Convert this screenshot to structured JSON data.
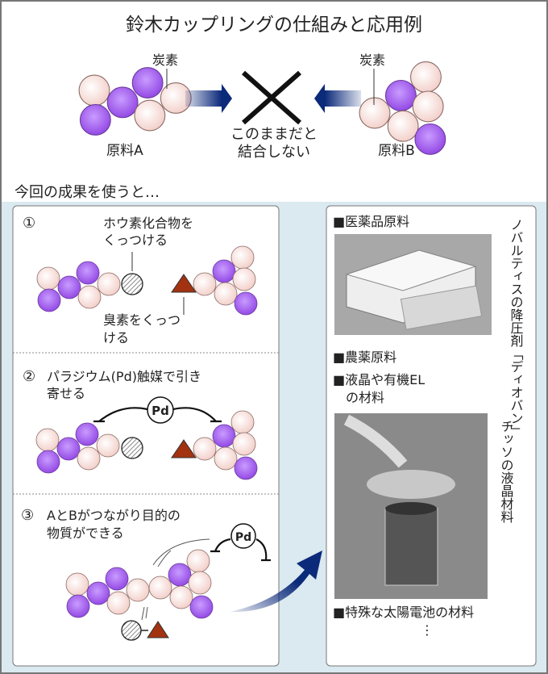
{
  "title": "鈴木カップリングの仕組みと応用例",
  "top": {
    "carbon_label_a": "炭素",
    "carbon_label_b": "炭素",
    "material_a": "原料A",
    "material_b": "原料B",
    "no_bond_line1": "このままだと",
    "no_bond_line2": "結合しない"
  },
  "subtitle": "今回の成果を使うと…",
  "steps": [
    {
      "number": "①",
      "label_line1": "ホウ素化合物を",
      "label_line2": "くっつける",
      "label2_line1": "臭素をくっつ",
      "label2_line2": "ける"
    },
    {
      "number": "②",
      "label_line1": "パラジウム(Pd)触媒で引き",
      "label_line2": "寄せる",
      "catalyst": "Pd"
    },
    {
      "number": "③",
      "label_line1": "AとBがつながり目的の",
      "label_line2": "物質ができる",
      "catalyst": "Pd"
    }
  ],
  "applications": {
    "items": [
      "■医薬品原料",
      "■農薬原料",
      "■液晶や有機EL",
      "の材料",
      "■特殊な太陽電池の材料"
    ],
    "ellipsis": "⋮",
    "photo1_caption": "ノバルティスの降圧剤「ディオバン」",
    "photo2_caption": "チッソの液晶材料"
  },
  "colors": {
    "carbon_atom": "#f8d8d2",
    "other_atom": "#9a4de8",
    "bromine": "#a33210",
    "arrow_blue": "#0c2a7a",
    "panel_bg": "#dbe9f0"
  }
}
